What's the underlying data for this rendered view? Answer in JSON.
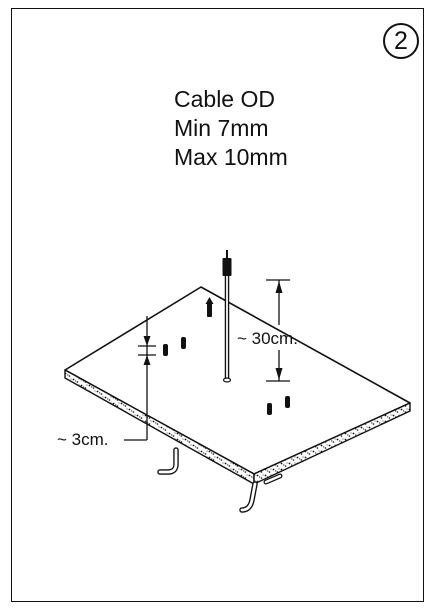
{
  "step": "2",
  "spec": {
    "line1": "Cable OD",
    "line2": "Min 7mm",
    "line3": "Max 10mm"
  },
  "dimensions": {
    "height_label": "~ 30cm.",
    "offset_label": "~ 3cm."
  },
  "colors": {
    "ink": "#111111",
    "paper": "#ffffff"
  }
}
